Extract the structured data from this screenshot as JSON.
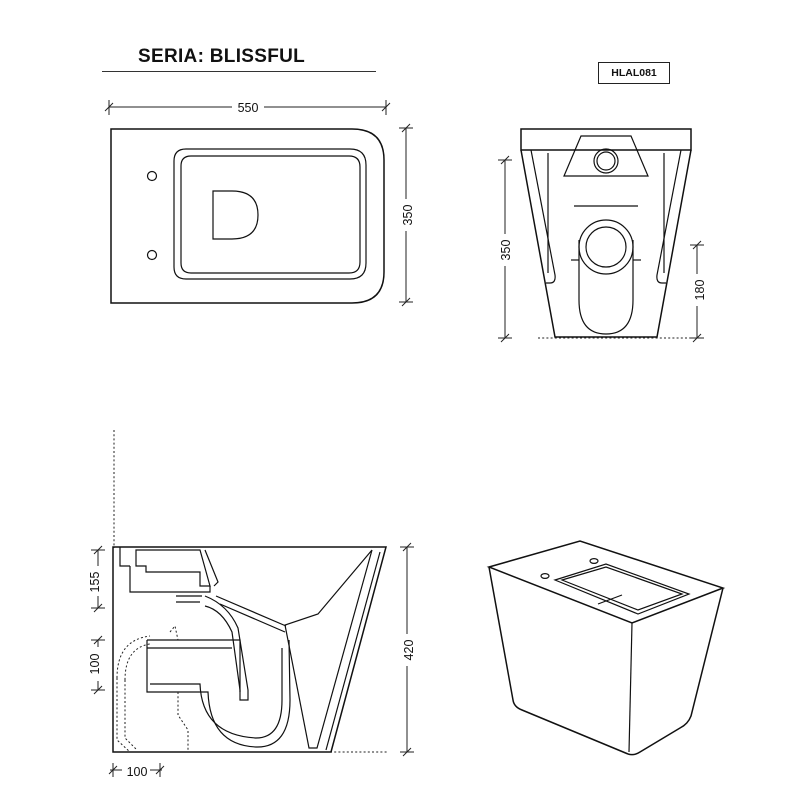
{
  "header": {
    "series_title": "SERIA: BLISSFUL",
    "product_code": "HLAL081"
  },
  "views": {
    "top_view": {
      "width_dim": "550",
      "depth_dim": "350"
    },
    "front_view": {
      "height_dim": "350",
      "outlet_height_dim": "180"
    },
    "side_view": {
      "upper_offset_dim": "155",
      "outlet_height_dim": "100",
      "total_height_dim": "420",
      "wall_offset_dim": "100"
    }
  }
}
